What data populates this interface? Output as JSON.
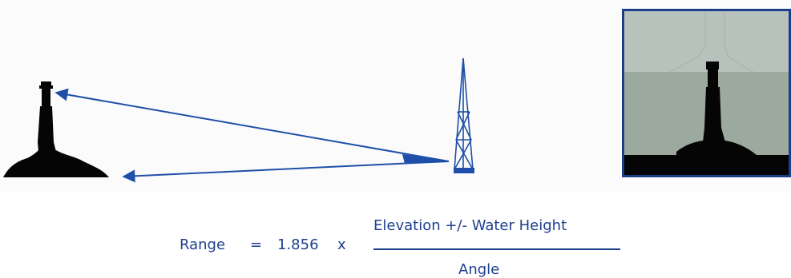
{
  "formula": {
    "lhs": "Range",
    "equals": "=",
    "coefficient": "1.856",
    "times": "x",
    "numerator": "Elevation +/- Water Height",
    "denominator": "Angle"
  },
  "colors": {
    "arrow": "#1f4fa8",
    "formula_text": "#1f3f8f",
    "silhouette": "#050505",
    "inset_frame": "#1b3e8a",
    "inset_sky": "#b8c2bc",
    "inset_sea": "#9ca99e"
  },
  "icons": {
    "left_lighthouse": "lighthouse-silhouette-icon",
    "boat": "boat-mast-icon",
    "inset_lighthouse": "lighthouse-sighting-view-icon"
  }
}
